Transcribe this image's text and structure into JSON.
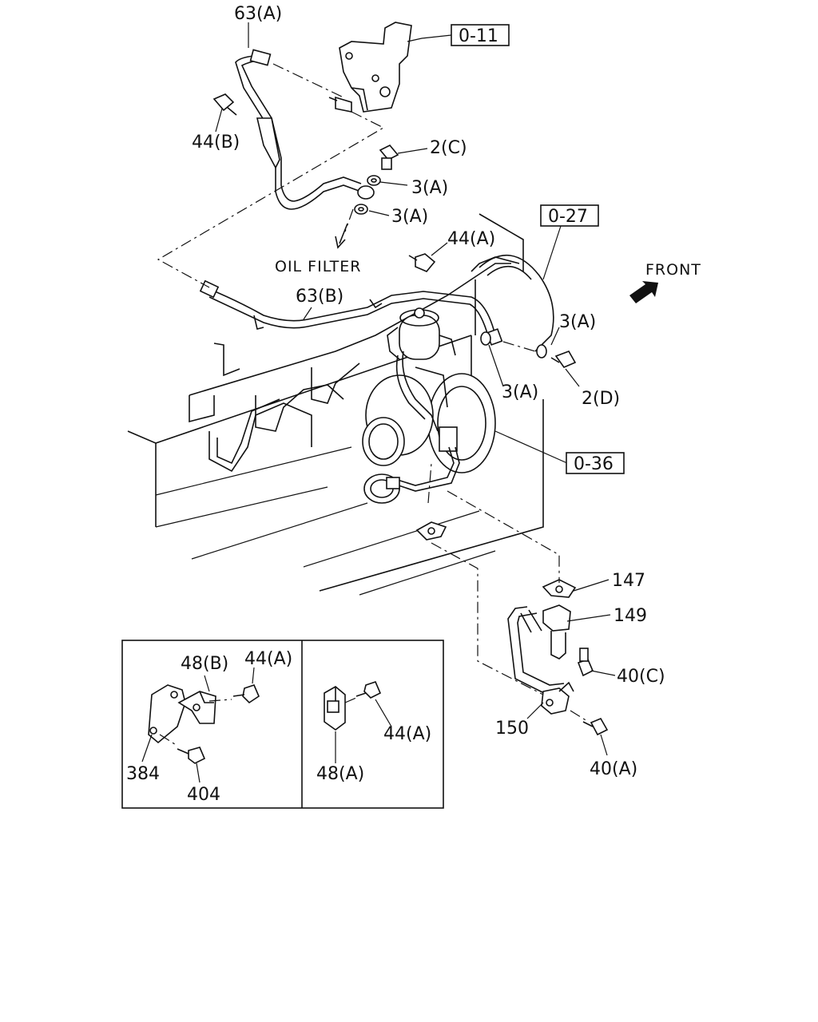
{
  "labels": {
    "p63a": "63(A)",
    "p63b": "63(B)",
    "p44b": "44(B)",
    "p2c": "2(C)",
    "p3a_1": "3(A)",
    "p3a_2": "3(A)",
    "p44a_top": "44(A)",
    "p3a_3": "3(A)",
    "p3a_4": "3(A)",
    "p2d": "2(D)",
    "p147": "147",
    "p149": "149",
    "p40c": "40(C)",
    "p150": "150",
    "p40a": "40(A)",
    "oil_filter": "OIL FILTER",
    "front": "FRONT",
    "inset_48b": "48(B)",
    "inset_44a_1": "44(A)",
    "inset_384": "384",
    "inset_404": "404",
    "inset_44a_2": "44(A)",
    "inset_48a": "48(A)"
  },
  "refs": {
    "r011": "0-11",
    "r027": "0-27",
    "r036": "0-36"
  }
}
